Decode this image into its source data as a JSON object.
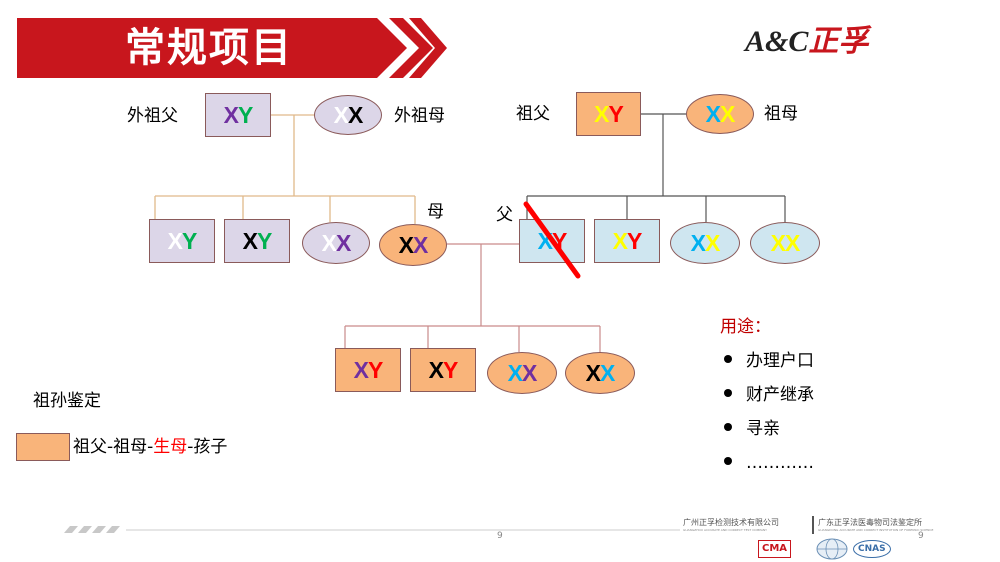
{
  "header": {
    "title": "常规项目"
  },
  "logo": {
    "latin": "A&C",
    "chinese": "正孚"
  },
  "labels": {
    "maternal_grandfather": "外祖父",
    "maternal_grandmother": "外祖母",
    "grandfather": "祖父",
    "grandmother": "祖母",
    "mother": "母",
    "father": "父"
  },
  "nodes": [
    {
      "id": "mgf",
      "chars": [
        {
          "t": "X",
          "c": "#7030a0"
        },
        {
          "t": "Y",
          "c": "#00b050"
        }
      ]
    },
    {
      "id": "mgm",
      "chars": [
        {
          "t": "X",
          "c": "#ffffff"
        },
        {
          "t": "X",
          "c": "#000000"
        }
      ]
    },
    {
      "id": "gf",
      "chars": [
        {
          "t": "X",
          "c": "#ffff00"
        },
        {
          "t": "Y",
          "c": "#ff0000"
        }
      ]
    },
    {
      "id": "gm",
      "chars": [
        {
          "t": "X",
          "c": "#00b0f0"
        },
        {
          "t": "X",
          "c": "#ffff00"
        }
      ]
    },
    {
      "id": "m1",
      "chars": [
        {
          "t": "X",
          "c": "#ffffff"
        },
        {
          "t": "Y",
          "c": "#00b050"
        }
      ]
    },
    {
      "id": "m2",
      "chars": [
        {
          "t": "X",
          "c": "#000000"
        },
        {
          "t": "Y",
          "c": "#00b050"
        }
      ]
    },
    {
      "id": "m3",
      "chars": [
        {
          "t": "X",
          "c": "#ffffff"
        },
        {
          "t": "X",
          "c": "#7030a0"
        }
      ]
    },
    {
      "id": "mother",
      "chars": [
        {
          "t": "X",
          "c": "#000000"
        },
        {
          "t": "X",
          "c": "#7030a0"
        }
      ]
    },
    {
      "id": "father",
      "chars": [
        {
          "t": "X",
          "c": "#00b0f0"
        },
        {
          "t": "Y",
          "c": "#ff0000"
        }
      ]
    },
    {
      "id": "p2",
      "chars": [
        {
          "t": "X",
          "c": "#ffff00"
        },
        {
          "t": "Y",
          "c": "#ff0000"
        }
      ]
    },
    {
      "id": "p3",
      "chars": [
        {
          "t": "X",
          "c": "#00b0f0"
        },
        {
          "t": "X",
          "c": "#ffff00"
        }
      ]
    },
    {
      "id": "p4",
      "chars": [
        {
          "t": "X",
          "c": "#ffff00"
        },
        {
          "t": "X",
          "c": "#ffff00"
        }
      ]
    },
    {
      "id": "c1",
      "chars": [
        {
          "t": "X",
          "c": "#7030a0"
        },
        {
          "t": "Y",
          "c": "#ff0000"
        }
      ]
    },
    {
      "id": "c2",
      "chars": [
        {
          "t": "X",
          "c": "#000000"
        },
        {
          "t": "Y",
          "c": "#ff0000"
        }
      ]
    },
    {
      "id": "c3",
      "chars": [
        {
          "t": "X",
          "c": "#00b0f0"
        },
        {
          "t": "X",
          "c": "#7030a0"
        }
      ]
    },
    {
      "id": "c4",
      "chars": [
        {
          "t": "X",
          "c": "#000000"
        },
        {
          "t": "X",
          "c": "#00b0f0"
        }
      ]
    }
  ],
  "section": {
    "title": "祖孙鉴定"
  },
  "legend": {
    "part1": "祖父-祖母-",
    "part2": "生母",
    "part3": "-孩子"
  },
  "uses": {
    "title": "用途：",
    "items": [
      "办理户口",
      "财产继承",
      "寻亲",
      "…………"
    ]
  },
  "footer": {
    "page_left": "9",
    "page_right": "9",
    "company1_cn": "广州正孚检测技术有限公司",
    "company1_en": "GUANGZHOU ACCURATE AND CORRECT TEST COMPANY",
    "company2_cn": "广东正孚法医毒物司法鉴定所",
    "company2_en": "GUANGDONG ACCURATE AND CORRECT INSTITUTION OF FORENSIC SCIENCE",
    "cert1": "CMA",
    "cert2": "CNAS"
  },
  "colors": {
    "banner_red": "#c8161d",
    "line_tan": "#e0b98a",
    "line_gray": "#555555",
    "line_pink": "#c98a8a",
    "cross_red": "#ff0000"
  }
}
